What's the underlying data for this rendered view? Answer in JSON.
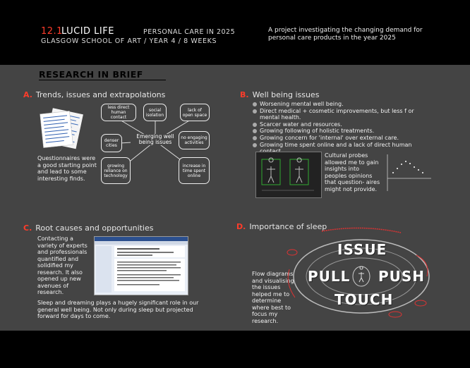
{
  "header": {
    "number": "12.1",
    "title": "LUCID LIFE",
    "subtitle": "PERSONAL CARE IN 2025",
    "school": "GLASGOW SCHOOL OF ART / YEAR 4 / 8 WEEKS",
    "description": "A project investigating the changing demand for personal care products in the year 2025"
  },
  "research_title": "RESEARCH IN BRIEF",
  "section_a": {
    "letter": "A.",
    "title": "Trends, issues and extrapolations",
    "caption": "Questionnaires were a good starting point and lead to some interesting finds.",
    "center": "Emerging well being issues",
    "bubbles": [
      "less direct human contact",
      "social isolation",
      "lack of open space",
      "denser cities",
      "no engaging activities",
      "growing reliance on technology",
      "increase in time spent online"
    ]
  },
  "section_b": {
    "letter": "B.",
    "title": "Well being issues",
    "items": [
      "Worsening mental well being.",
      "Direct medical + cosmetic improvements, but less f or mental health.",
      "Scarcer water and resources.",
      "Growing following of holistic treatments.",
      "Growing concern for 'internal' over external care.",
      "Growing time spent online and a lack of direct human contact."
    ],
    "caption": "Cultural probes allowed me to gain insights into peoples opinions that question- aires might not provide."
  },
  "section_c": {
    "letter": "C.",
    "title": "Root causes and opportunities",
    "caption": "Contacting a variety of experts and professionals quantified and solidified my research. It also opened up new avenues of research.",
    "paragraph": "Sleep and dreaming plays a hugely significant role in our general well being. Not only during sleep but projected forward for days to come."
  },
  "section_d": {
    "letter": "D.",
    "title": "Importance of sleep",
    "caption": "Flow diagrams and visualising the issues helped me to determine where best to focus my research.",
    "words": {
      "issue": "ISSUE",
      "pull": "PULL",
      "push": "PUSH",
      "touch": "TOUCH"
    }
  },
  "colors": {
    "accent": "#ff3c2a",
    "panel": "#444444",
    "background": "#000000"
  }
}
